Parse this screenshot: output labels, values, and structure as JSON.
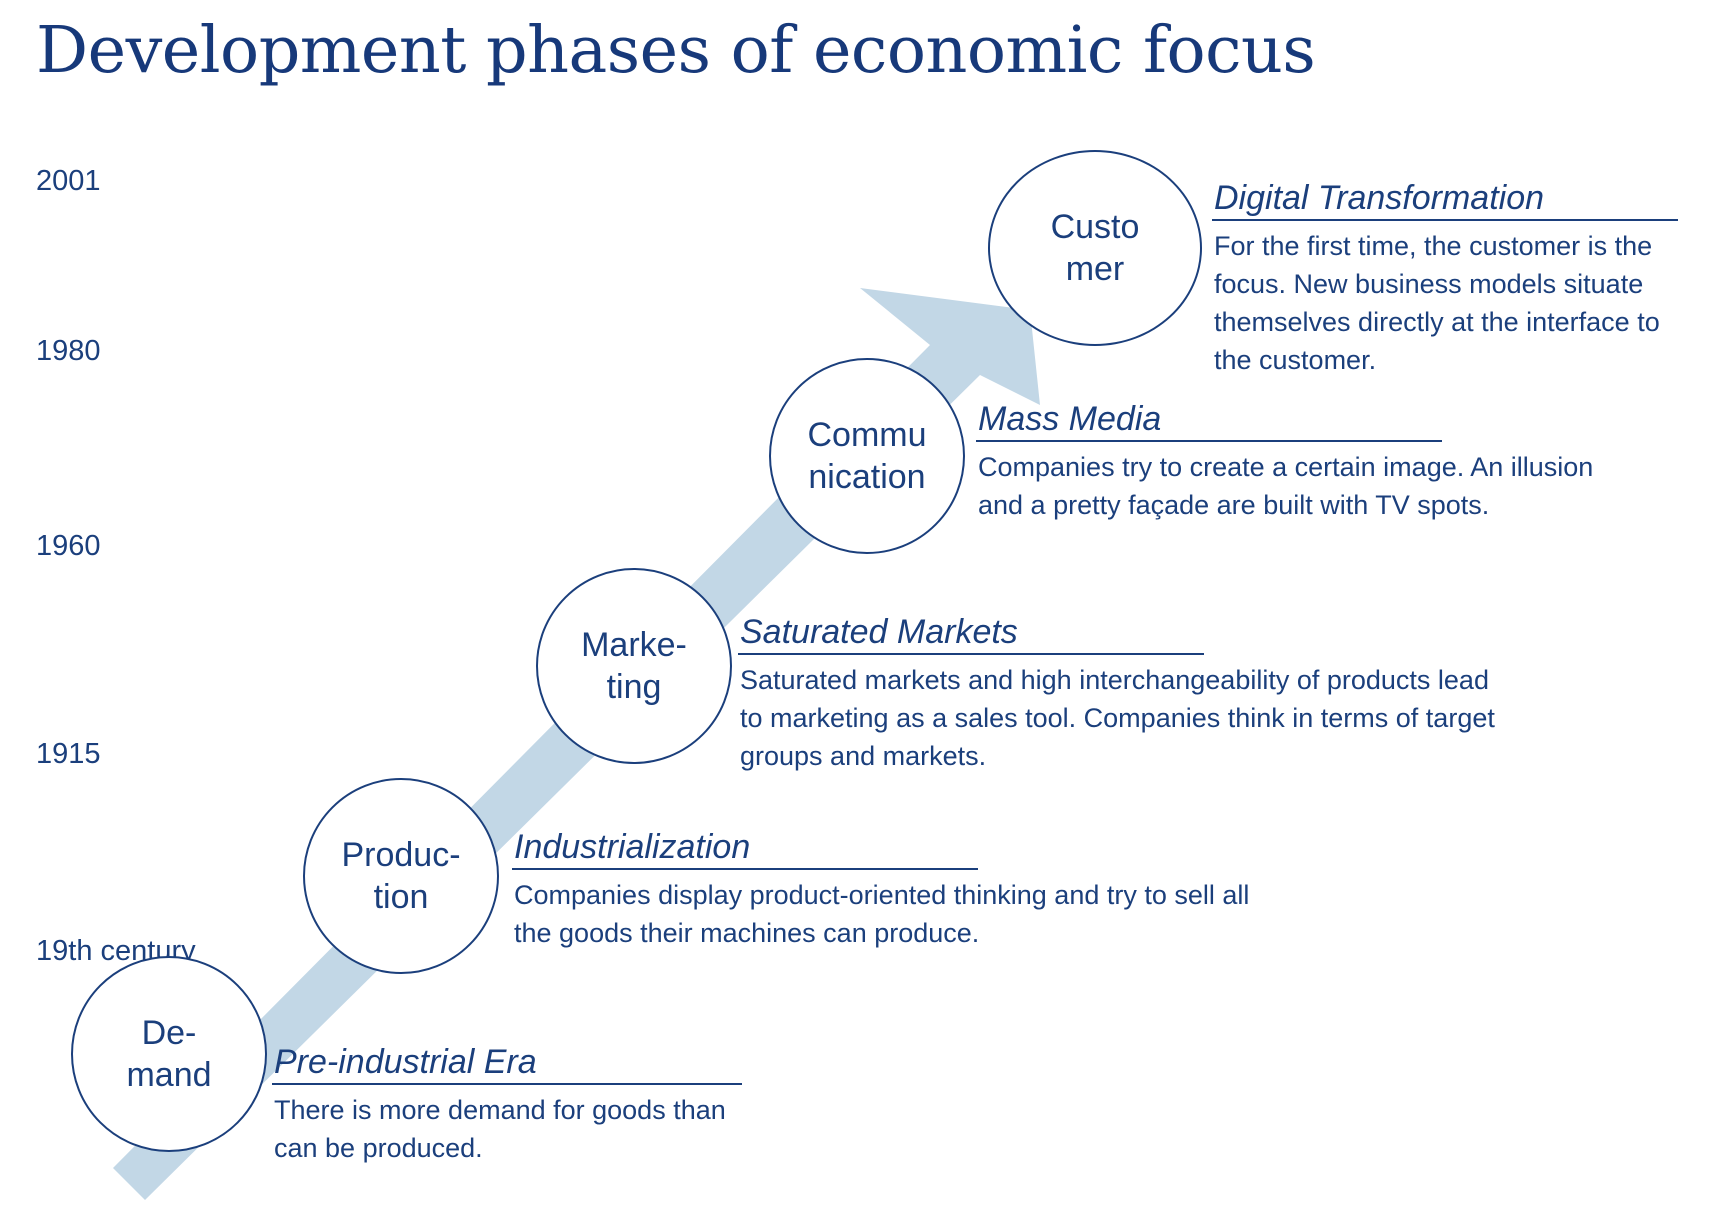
{
  "title": "Development phases of economic focus",
  "colors": {
    "text": "#1b3f7c",
    "arrow": "#c2d7e6",
    "circle_border": "#1b3f7c"
  },
  "timeline": {
    "years": [
      "2001",
      "1980",
      "1960",
      "1915",
      "19th century"
    ]
  },
  "phases": [
    {
      "circle_lines": [
        "De-",
        "mand"
      ],
      "heading": "Pre-industrial Era",
      "description": "There is more demand for goods than can be produced."
    },
    {
      "circle_lines": [
        "Produc-",
        "tion"
      ],
      "heading": "Industrialization",
      "description": "Companies display product-oriented thinking and try to sell all the goods their machines can produce."
    },
    {
      "circle_lines": [
        "Marke-",
        "ting"
      ],
      "heading": "Saturated Markets",
      "description": "Saturated markets and high interchangeability of products lead to marketing as a sales tool. Companies think in terms of target groups and markets."
    },
    {
      "circle_lines": [
        "Commu",
        "nication"
      ],
      "heading": "Mass Media",
      "description": "Companies try to create a certain image. An illusion and a pretty façade are built with TV spots."
    },
    {
      "circle_lines": [
        "Custo",
        "mer"
      ],
      "heading": "Digital Transformation",
      "description": "For the first time, the customer is the focus. New business models situate themselves directly at the interface to the customer."
    }
  ]
}
